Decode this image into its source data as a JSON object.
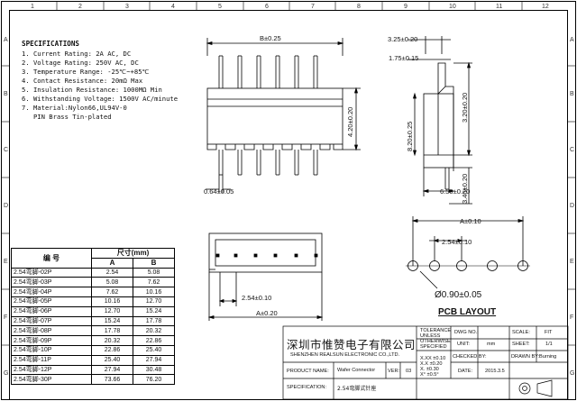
{
  "grid": {
    "columns": [
      "1",
      "2",
      "3",
      "4",
      "5",
      "6",
      "7",
      "8",
      "9",
      "10",
      "11",
      "12"
    ],
    "rows": [
      "A",
      "B",
      "C",
      "D",
      "E",
      "F",
      "G"
    ]
  },
  "specifications": {
    "title": "SPECIFICATIONS",
    "items": [
      "1. Current Rating: 2A AC, DC",
      "2. Voltage Rating: 250V AC, DC",
      "3. Temperature Range: -25℃~+85℃",
      "4. Contact Resistance: 20mΩ Max",
      "5. Insulation Resistance: 1000MΩ Min",
      "6. Withstanding Voltage: 1500V AC/minute",
      "7. Material:Nylon66,UL94V-0",
      "   PIN Brass Tin-plated"
    ]
  },
  "dimensions": {
    "front_width": "B±0.25",
    "front_height": "4.20±0.20",
    "pin_width": "0.64±0.05",
    "side_top": "3.25±0.20",
    "side_top2": "1.75±0.15",
    "side_mid": "8.20±0.25",
    "side_right": "3.20±0.20",
    "side_bottom": "3.40±0.20",
    "side_depth": "6.50±0.20",
    "bottom_pitch": "2.54±0.10",
    "bottom_width": "A±0.20",
    "pcb_width": "A±0.10",
    "pcb_pitch": "2.54±0.10",
    "pcb_hole": "Ø0.90±0.05"
  },
  "pcb_layout_label": "PCB LAYOUT",
  "size_table": {
    "col_header_name": "编 号",
    "col_header_size": "尺寸(mm)",
    "col_a": "A",
    "col_b": "B",
    "rows": [
      {
        "name": "2.54弯脚-02P",
        "a": "2.54",
        "b": "5.08"
      },
      {
        "name": "2.54弯脚-03P",
        "a": "5.08",
        "b": "7.62"
      },
      {
        "name": "2.54弯脚-04P",
        "a": "7.62",
        "b": "10.16"
      },
      {
        "name": "2.54弯脚-05P",
        "a": "10.16",
        "b": "12.70"
      },
      {
        "name": "2.54弯脚-06P",
        "a": "12.70",
        "b": "15.24"
      },
      {
        "name": "2.54弯脚-07P",
        "a": "15.24",
        "b": "17.78"
      },
      {
        "name": "2.54弯脚-08P",
        "a": "17.78",
        "b": "20.32"
      },
      {
        "name": "2.54弯脚-09P",
        "a": "20.32",
        "b": "22.86"
      },
      {
        "name": "2.54弯脚-10P",
        "a": "22.86",
        "b": "25.40"
      },
      {
        "name": "2.54弯脚-11P",
        "a": "25.40",
        "b": "27.94"
      },
      {
        "name": "2.54弯脚-12P",
        "a": "27.94",
        "b": "30.48"
      },
      {
        "name": "2.54弯脚-30P",
        "a": "73.66",
        "b": "76.20"
      }
    ]
  },
  "title_block": {
    "company_cn": "深圳市惟赞电子有限公司",
    "company_en": "SHENZHEN REALSUN ELECTRONIC CO.,LTD.",
    "tolerance": [
      "TOLERANCE",
      "UNLESS",
      "OTHERWISE",
      "SPECIFIED"
    ],
    "tol_values": [
      "X.XX  ±0.10",
      "X.X   ±0.20",
      "X.    ±0.30",
      "X°    ±0.5°"
    ],
    "dwg_no_label": "DWG NO.:",
    "scale_label": "SCALE:",
    "scale_value": "FIT",
    "unit_label": "UNIT:",
    "unit_value": "mm",
    "sheet_label": "SHEET:",
    "sheet_value": "1/1",
    "checked_label": "CHECKED BY:",
    "drawn_label": "DRAWN BY:",
    "drawn_value": "Burning",
    "product_label": "PRODUCT NAME:",
    "product_value": "Wafer Connector",
    "ver_label": "VER:",
    "ver_value": "03",
    "date_label": "DATE:",
    "date_value": "2015.3.5",
    "spec_label": "SPECIFICATION:",
    "spec_value": "2.54弯脚式针座"
  }
}
